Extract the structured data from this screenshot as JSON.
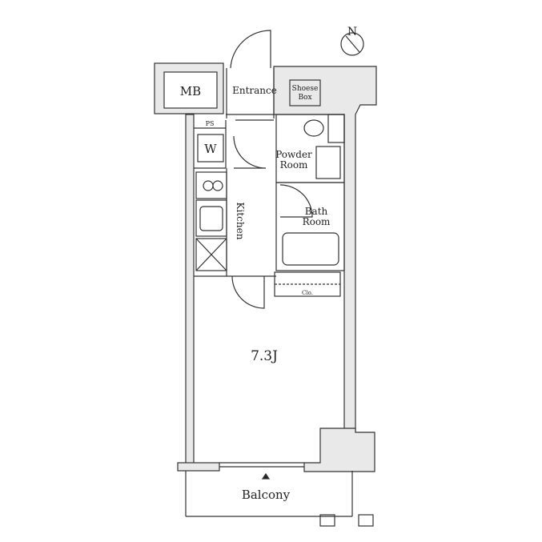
{
  "compass": {
    "letter": "N"
  },
  "rooms": {
    "mb": "MB",
    "entrance": "Entrance",
    "shoes_box_line1": "Shoese",
    "shoes_box_line2": "Box",
    "ps": "PS",
    "washer": "W",
    "powder_room_line1": "Powder",
    "powder_room_line2": "Room",
    "bath_room_line1": "Bath",
    "bath_room_line2": "Room",
    "kitchen": "Kitchen",
    "closet": "Clo.",
    "main_room": "7.3J",
    "balcony": "Balcony"
  },
  "colors": {
    "wall": "#e9e9e9",
    "line": "#333333"
  }
}
